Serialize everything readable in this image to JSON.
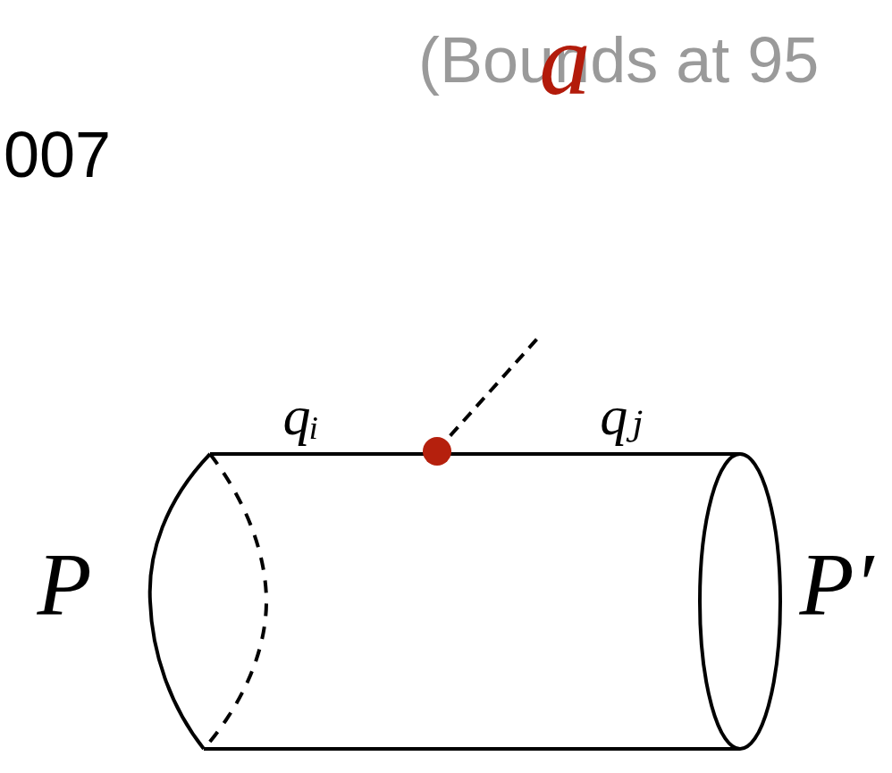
{
  "diagram": {
    "labels": [
      "(Bounds at 95",
      "007",
      "a",
      "qᵢ",
      "qⱼ",
      "P",
      "P′"
    ]
  }
}
